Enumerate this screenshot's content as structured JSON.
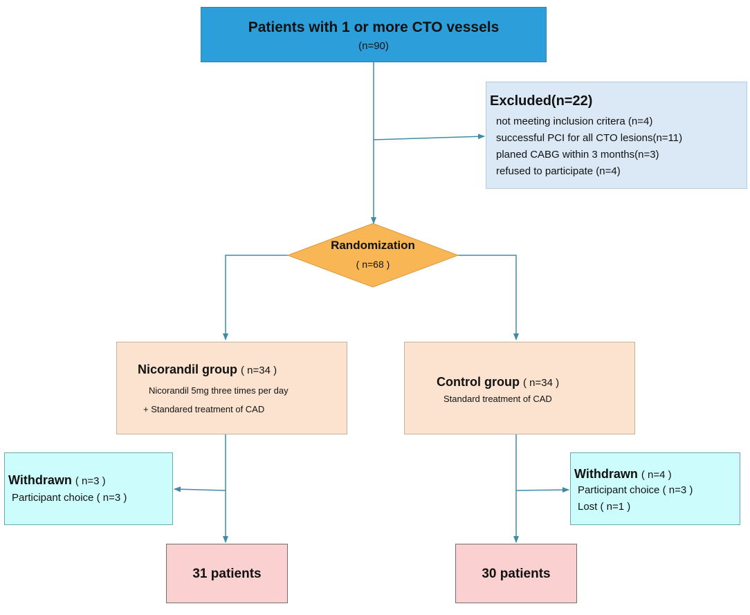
{
  "enrollment": {
    "title": "Patients with 1 or more CTO vessels",
    "count": "(n=90)"
  },
  "excluded": {
    "title": "Excluded(n=22)",
    "reasons": [
      "not meeting inclusion critera (n=4)",
      "successful PCI for all CTO lesions(n=11)",
      "planed CABG within 3 months(n=3)",
      "refused to participate (n=4)"
    ]
  },
  "randomization": {
    "label": "Randomization",
    "count": "( n=68 )"
  },
  "nicorandil_group": {
    "title": "Nicorandil group",
    "count": "( n=34 )",
    "line1": "Nicorandil 5mg three times per day",
    "line2": "+ Standared treatment of CAD"
  },
  "control_group": {
    "title": "Control group",
    "count": "( n=34 )",
    "line1": "Standard treatment of CAD"
  },
  "withdrawn_left": {
    "title": "Withdrawn",
    "count": "( n=3 )",
    "reasons": [
      "Participant choice ( n=3 )"
    ]
  },
  "withdrawn_right": {
    "title": "Withdrawn",
    "count": "( n=4 )",
    "reasons": [
      "Participant choice ( n=3 )",
      "Lost ( n=1 )"
    ]
  },
  "result_left": {
    "label": "31 patients"
  },
  "result_right": {
    "label": "30 patients"
  },
  "colors": {
    "enrollment_fill": "#2c9fdb",
    "excluded_fill": "#dbe8f5",
    "randomization_fill": "#f8b655",
    "group_fill": "#fbe3cf",
    "withdrawn_fill": "#ccfcfc",
    "result_fill": "#fad0d0",
    "arrow": "#3f8ba6"
  }
}
